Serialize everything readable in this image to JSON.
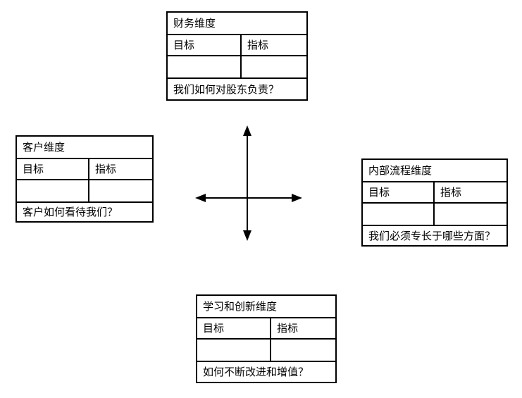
{
  "diagram": {
    "type": "balanced-scorecard-four-perspectives",
    "colors": {
      "line": "#000000",
      "background": "#ffffff",
      "text": "#000000"
    },
    "boxes": [
      {
        "name": "financial",
        "title": "财务维度",
        "goal_header": "目标",
        "indicator_header": "指标",
        "goal_value": "",
        "indicator_value": "",
        "question": "我们如何对股东负责？"
      },
      {
        "name": "customer",
        "title": "客户维度",
        "goal_header": "目标",
        "indicator_header": "指标",
        "goal_value": "",
        "indicator_value": "",
        "question": "客户如何看待我们？"
      },
      {
        "name": "internal-process",
        "title": "内部流程维度",
        "goal_header": "目标",
        "indicator_header": "指标",
        "goal_value": "",
        "indicator_value": "",
        "question": "我们必须专长于哪些方面？"
      },
      {
        "name": "learning-innovation",
        "title": "学习和创新维度",
        "goal_header": "目标",
        "indicator_header": "指标",
        "goal_value": "",
        "indicator_value": "",
        "question": "如何不断改进和增值？"
      }
    ]
  }
}
